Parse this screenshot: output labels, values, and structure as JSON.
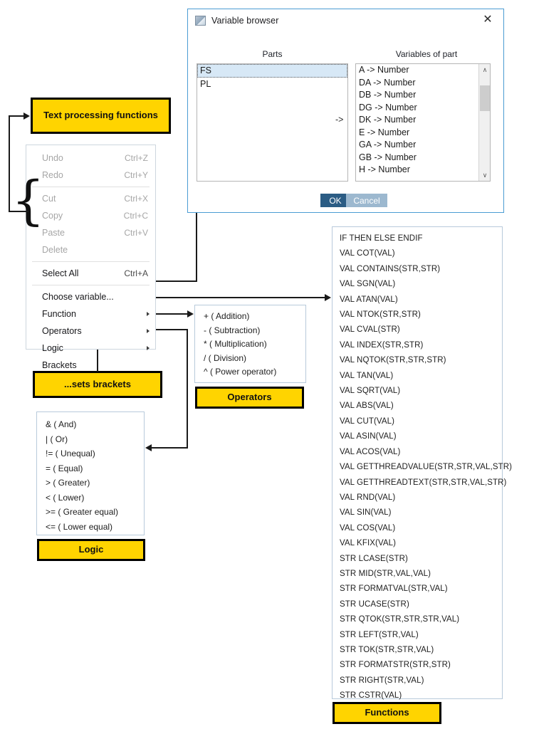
{
  "dialog": {
    "title": "Variable browser",
    "app_icon": "window-icon",
    "close_icon": "✕",
    "parts_header": "Parts",
    "variables_header": "Variables of part",
    "transfer_arrow": "->",
    "parts": [
      {
        "label": "FS",
        "selected": true
      },
      {
        "label": "PL",
        "selected": false
      }
    ],
    "variables": [
      "A -> Number",
      "DA -> Number",
      "DB -> Number",
      "DG -> Number",
      "DK -> Number",
      "E -> Number",
      "GA -> Number",
      "GB -> Number",
      "H -> Number"
    ],
    "scroll_up_icon": "∧",
    "scroll_down_icon": "∨",
    "ok_label": "OK",
    "cancel_label": "Cancel"
  },
  "context_menu": {
    "items": [
      {
        "label": "Undo",
        "accel": "Ctrl+Z",
        "enabled": false,
        "submenu": false
      },
      {
        "label": "Redo",
        "accel": "Ctrl+Y",
        "enabled": false,
        "submenu": false
      },
      {
        "label": "Cut",
        "accel": "Ctrl+X",
        "enabled": false,
        "submenu": false
      },
      {
        "label": "Copy",
        "accel": "Ctrl+C",
        "enabled": false,
        "submenu": false
      },
      {
        "label": "Paste",
        "accel": "Ctrl+V",
        "enabled": false,
        "submenu": false
      },
      {
        "label": "Delete",
        "accel": "",
        "enabled": false,
        "submenu": false
      },
      {
        "label": "Select All",
        "accel": "Ctrl+A",
        "enabled": true,
        "submenu": false
      },
      {
        "label": "Choose variable...",
        "accel": "",
        "enabled": true,
        "submenu": false
      },
      {
        "label": "Function",
        "accel": "",
        "enabled": true,
        "submenu": true
      },
      {
        "label": "Operators",
        "accel": "",
        "enabled": true,
        "submenu": true
      },
      {
        "label": "Logic",
        "accel": "",
        "enabled": true,
        "submenu": true
      },
      {
        "label": "Brackets",
        "accel": "",
        "enabled": true,
        "submenu": false
      }
    ]
  },
  "callouts": {
    "text_processing": "Text processing functions",
    "sets_brackets": "...sets brackets",
    "operators": "Operators",
    "logic": "Logic",
    "functions": "Functions"
  },
  "operators_panel": {
    "items": [
      "+ ( Addition)",
      "- ( Subtraction)",
      "* ( Multiplication)",
      "/ ( Division)",
      "^ ( Power operator)"
    ]
  },
  "logic_panel": {
    "items": [
      "& ( And)",
      "| ( Or)",
      "!= ( Unequal)",
      "= ( Equal)",
      "> ( Greater)",
      "< ( Lower)",
      ">= ( Greater equal)",
      "<= ( Lower equal)"
    ]
  },
  "functions_panel": {
    "items": [
      "IF THEN ELSE ENDIF",
      "VAL COT(VAL)",
      "VAL CONTAINS(STR,STR)",
      "VAL SGN(VAL)",
      "VAL ATAN(VAL)",
      "VAL NTOK(STR,STR)",
      "VAL CVAL(STR)",
      "VAL INDEX(STR,STR)",
      "VAL NQTOK(STR,STR,STR)",
      "VAL TAN(VAL)",
      "VAL SQRT(VAL)",
      "VAL ABS(VAL)",
      "VAL CUT(VAL)",
      "VAL ASIN(VAL)",
      "VAL ACOS(VAL)",
      "VAL GETTHREADVALUE(STR,STR,VAL,STR)",
      "VAL GETTHREADTEXT(STR,STR,VAL,STR)",
      "VAL RND(VAL)",
      "VAL SIN(VAL)",
      "VAL COS(VAL)",
      "VAL KFIX(VAL)",
      "STR LCASE(STR)",
      "STR MID(STR,VAL,VAL)",
      "STR FORMATVAL(STR,VAL)",
      "STR UCASE(STR)",
      "STR QTOK(STR,STR,STR,VAL)",
      "STR LEFT(STR,VAL)",
      "STR TOK(STR,STR,VAL)",
      "STR FORMATSTR(STR,STR)",
      "STR RIGHT(STR,VAL)",
      "STR CSTR(VAL)"
    ]
  },
  "colors": {
    "callout_fill": "#ffd400",
    "callout_border": "#000000",
    "dialog_border": "#4b9cd3",
    "ok_button": "#2b5c84",
    "cancel_button": "#9cb8cf",
    "selection": "#d7e8f6",
    "connector": "#1a1a1a"
  }
}
